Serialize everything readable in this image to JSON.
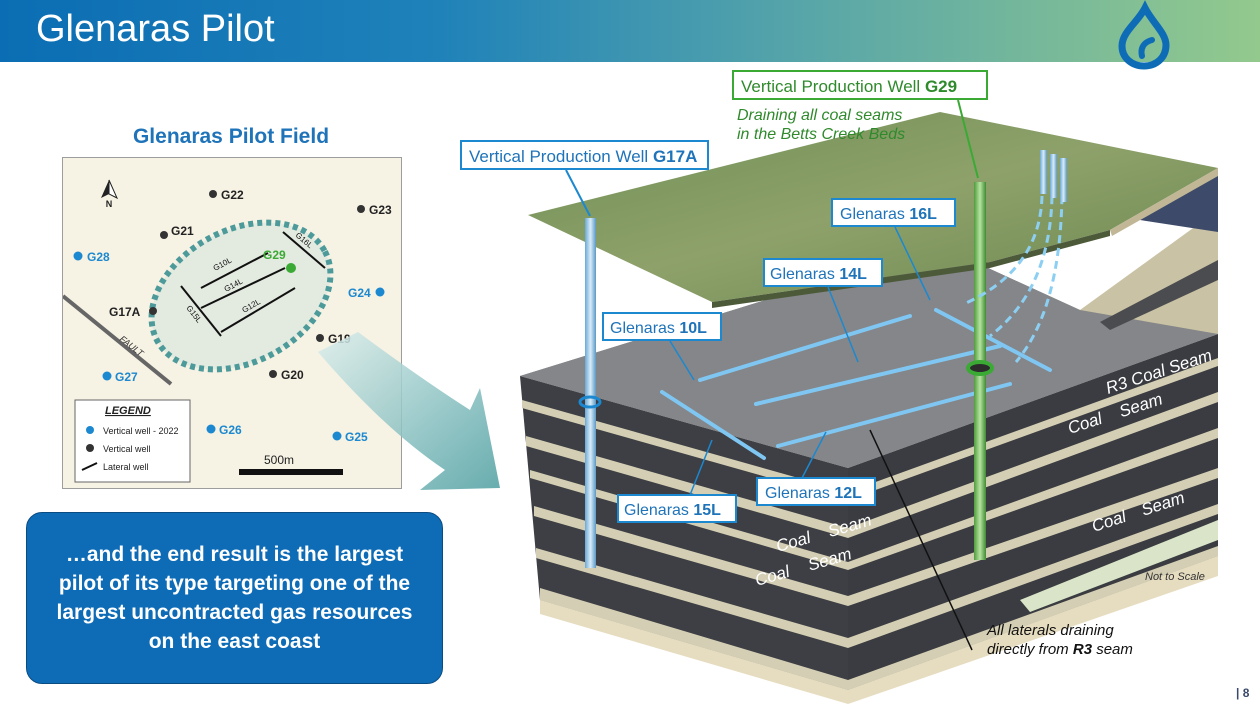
{
  "header": {
    "title": "Glenaras Pilot"
  },
  "map": {
    "title": "Glenaras Pilot Field",
    "north": "N",
    "fault": "FAULT",
    "scale": "500m",
    "legend": {
      "title": "LEGEND",
      "vertical_2022": "Vertical well - 2022",
      "vertical": "Vertical well",
      "lateral": "Lateral well"
    },
    "wells": {
      "g22": "G22",
      "g23": "G23",
      "g21": "G21",
      "g28": "G28",
      "g29": "G29",
      "g24": "G24",
      "g17a": "G17A",
      "g19": "G19",
      "g27": "G27",
      "g20": "G20",
      "g26": "G26",
      "g25": "G25"
    },
    "laterals": {
      "l10": "G10L",
      "l14": "G14L",
      "l12": "G12L",
      "l15": "G15L",
      "l16": "G16L"
    }
  },
  "callout": "…and the end result is the largest pilot of its type targeting one of the largest uncontracted gas resources on the east coast",
  "diagram": {
    "g29_label": {
      "prefix": "Vertical Production Well ",
      "bold": "G29"
    },
    "g29_note1": "Draining all coal seams",
    "g29_note2": "in the Betts Creek Beds",
    "g17a_label": {
      "prefix": "Vertical Production Well ",
      "bold": "G17A"
    },
    "l16": {
      "prefix": "Glenaras ",
      "bold": "16L"
    },
    "l14": {
      "prefix": "Glenaras ",
      "bold": "14L"
    },
    "l10": {
      "prefix": "Glenaras ",
      "bold": "10L"
    },
    "l12": {
      "prefix": "Glenaras ",
      "bold": "12L"
    },
    "l15": {
      "prefix": "Glenaras ",
      "bold": "15L"
    },
    "r3_seam": "R3 Coal Seam",
    "seam_words": {
      "coal": "Coal",
      "seam": "Seam"
    },
    "not_to_scale": "Not to Scale",
    "laterals_note1": "All laterals draining",
    "laterals_note2_prefix": "directly from ",
    "laterals_note2_bold": "R3",
    "laterals_note2_suffix": " seam"
  },
  "page_number": "| 8",
  "colors": {
    "header_start": "#0b6db3",
    "header_end": "#93c98d",
    "callout_bg": "#0e6cb7",
    "map_title": "#1e73b9",
    "well_2022": "#1b88d0",
    "well_old": "#333333",
    "g29": "#3aaa35"
  }
}
